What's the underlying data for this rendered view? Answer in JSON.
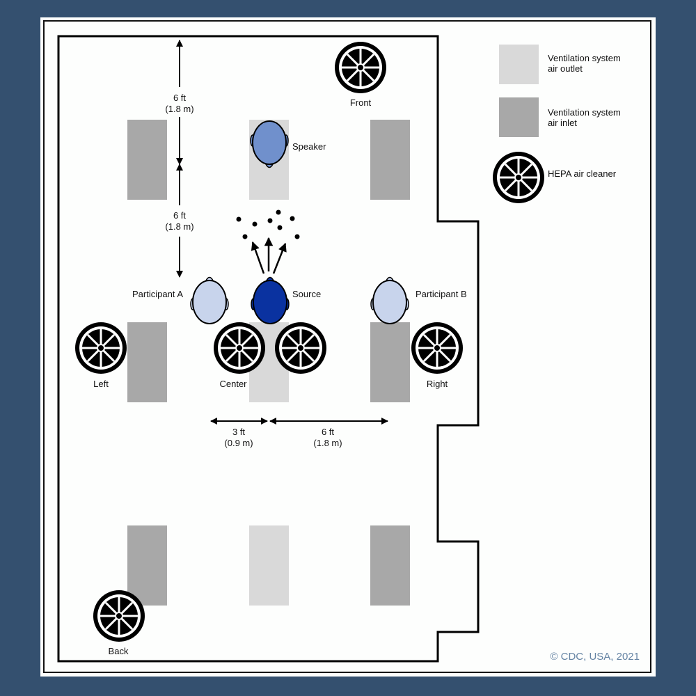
{
  "colors": {
    "background": "#34506f",
    "outlet": "#d9d9d9",
    "inlet": "#a8a8a8",
    "source": "#0a32a0",
    "speaker": "#7090cc",
    "participant": "#c8d4ec"
  },
  "legend": {
    "outlet_line1": "Ventilation system",
    "outlet_line2": "air outlet",
    "inlet_line1": "Ventilation system",
    "inlet_line2": "air inlet",
    "hepa": "HEPA air cleaner"
  },
  "fans": {
    "front": "Front",
    "left": "Left",
    "center": "Center",
    "right": "Right",
    "back": "Back"
  },
  "people": {
    "speaker": "Speaker",
    "source": "Source",
    "participant_a": "Participant A",
    "participant_b": "Participant B"
  },
  "dimensions": {
    "top_ft": "6 ft",
    "top_m": "(1.8 m)",
    "mid_ft": "6 ft",
    "mid_m": "(1.8 m)",
    "left_ft": "3 ft",
    "left_m": "(0.9 m)",
    "right_ft": "6 ft",
    "right_m": "(1.8 m)"
  },
  "copyright": "© CDC, USA, 2021"
}
